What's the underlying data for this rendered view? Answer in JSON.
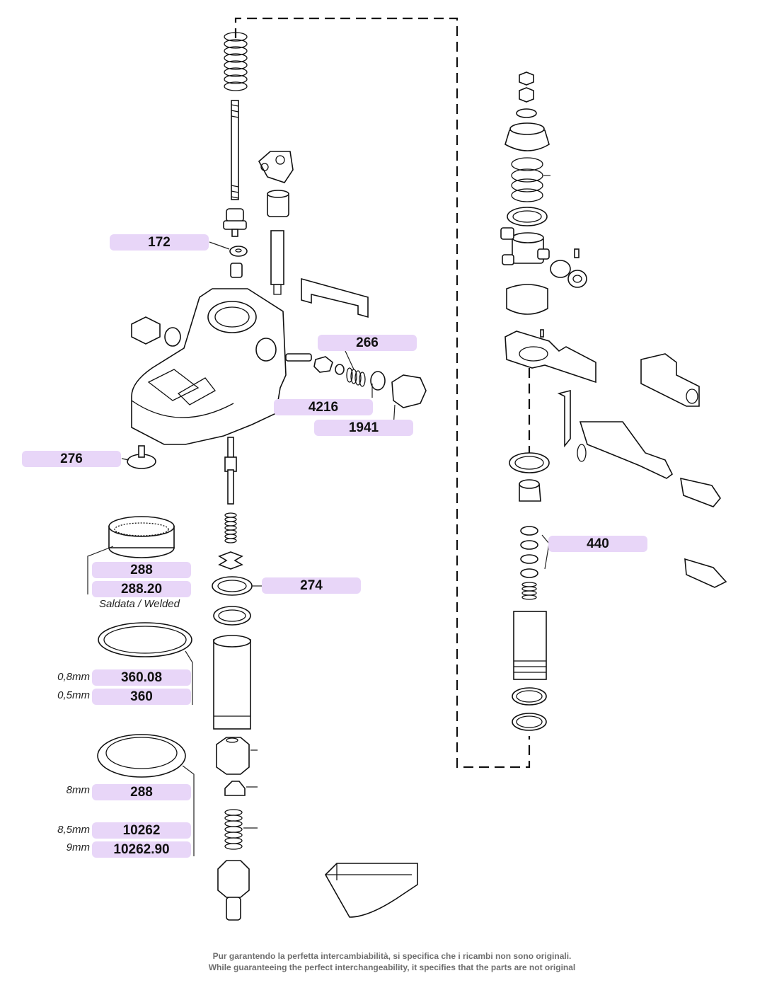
{
  "labels": {
    "l172": "172",
    "l266": "266",
    "l4216": "4216",
    "l1941": "1941",
    "l276": "276",
    "l288_basket": "288",
    "l288_20": "288.20",
    "l274": "274",
    "l440": "440",
    "l360_08": "360.08",
    "l360": "360",
    "l288_ring": "288",
    "l10262": "10262",
    "l10262_90": "10262.90"
  },
  "notes": {
    "welded": "Saldata / Welded",
    "n08": "0,8mm",
    "n05": "0,5mm",
    "n8": "8mm",
    "n85": "8,5mm",
    "n9": "9mm"
  },
  "footer": {
    "line_it": "Pur garantendo la perfetta intercambiabilità, si specifica che i ricambi non sono originali.",
    "line_en": "While guaranteeing the perfect interchangeability, it specifies that the parts are not original"
  },
  "colors": {
    "label_fill": "#e8d6f8",
    "ink": "#111111",
    "footer_text": "#6f6f6f"
  }
}
